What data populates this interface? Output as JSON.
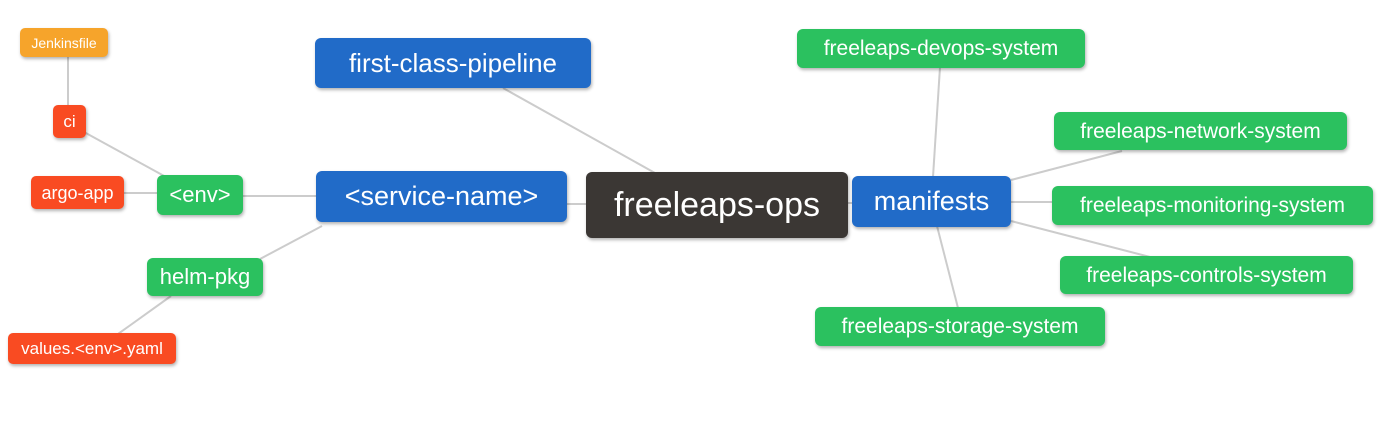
{
  "diagram_type": "mindmap",
  "palette": {
    "canvas_bg": "#ffffff",
    "root_bg": "#3b3734",
    "branch_blue": "#216bc8",
    "node_green": "#2bc15f",
    "node_red": "#f94b22",
    "node_amber": "#f6a42b",
    "edge_color": "#cccccc",
    "text_color": "#ffffff"
  },
  "nodes": {
    "freeleaps_ops": {
      "label": "freeleaps-ops",
      "color": "#3b3734",
      "level": "root"
    },
    "first_class_pipeline": {
      "label": "first-class-pipeline",
      "color": "#216bc8",
      "level": "branch"
    },
    "service_name": {
      "label": "<service-name>",
      "color": "#216bc8",
      "level": "branch"
    },
    "manifests": {
      "label": "manifests",
      "color": "#216bc8",
      "level": "branch"
    },
    "env": {
      "label": "<env>",
      "color": "#2bc15f",
      "level": "sub"
    },
    "helm_pkg": {
      "label": "helm-pkg",
      "color": "#2bc15f",
      "level": "sub"
    },
    "ci": {
      "label": "ci",
      "color": "#f94b22",
      "level": "leaf"
    },
    "argo_app": {
      "label": "argo-app",
      "color": "#f94b22",
      "level": "leaf"
    },
    "jenkinsfile": {
      "label": "Jenkinsfile",
      "color": "#f6a42b",
      "level": "leaf"
    },
    "values_env_yaml": {
      "label": "values.<env>.yaml",
      "color": "#f94b22",
      "level": "leaf"
    },
    "devops_system": {
      "label": "freeleaps-devops-system",
      "color": "#2bc15f",
      "level": "sub"
    },
    "network_system": {
      "label": "freeleaps-network-system",
      "color": "#2bc15f",
      "level": "sub"
    },
    "monitoring_system": {
      "label": "freeleaps-monitoring-system",
      "color": "#2bc15f",
      "level": "sub"
    },
    "controls_system": {
      "label": "freeleaps-controls-system",
      "color": "#2bc15f",
      "level": "sub"
    },
    "storage_system": {
      "label": "freeleaps-storage-system",
      "color": "#2bc15f",
      "level": "sub"
    }
  },
  "edges": [
    [
      "jenkinsfile",
      "ci"
    ],
    [
      "ci",
      "env"
    ],
    [
      "argo_app",
      "env"
    ],
    [
      "env",
      "service_name"
    ],
    [
      "helm_pkg",
      "service_name"
    ],
    [
      "values_env_yaml",
      "helm_pkg"
    ],
    [
      "first_class_pipeline",
      "freeleaps_ops"
    ],
    [
      "service_name",
      "freeleaps_ops"
    ],
    [
      "freeleaps_ops",
      "manifests"
    ],
    [
      "manifests",
      "devops_system"
    ],
    [
      "manifests",
      "network_system"
    ],
    [
      "manifests",
      "monitoring_system"
    ],
    [
      "manifests",
      "controls_system"
    ],
    [
      "manifests",
      "storage_system"
    ]
  ]
}
